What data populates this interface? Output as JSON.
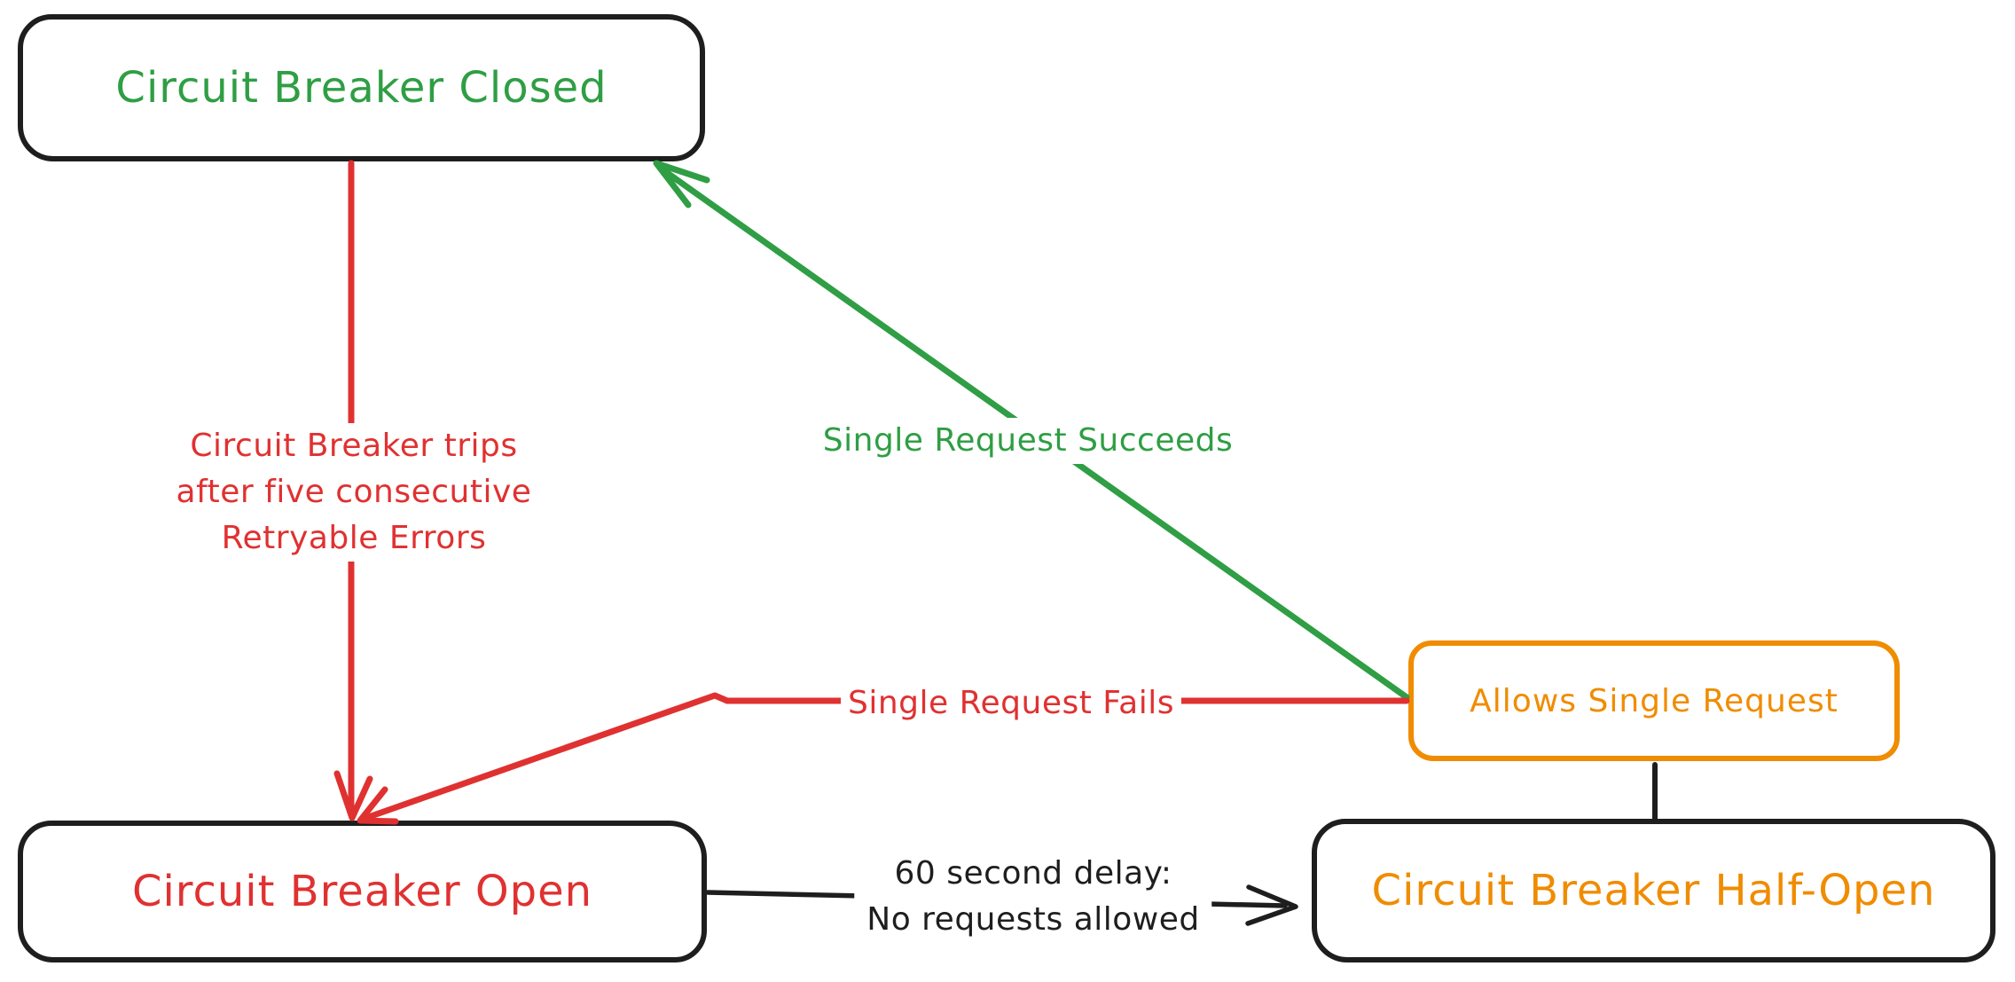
{
  "diagram": {
    "colors": {
      "ink": "#1e1e1e",
      "green": "#2f9e44",
      "red": "#e03131",
      "orange": "#f08c00",
      "bg": "#ffffff"
    },
    "nodes": {
      "closed": {
        "label": "Circuit Breaker Closed"
      },
      "open": {
        "label": "Circuit Breaker Open"
      },
      "half_open": {
        "label": "Circuit Breaker Half-Open"
      },
      "allows": {
        "label": "Allows Single Request"
      }
    },
    "edges": {
      "trip": {
        "lines": [
          "Circuit Breaker trips",
          "after five consecutive",
          "Retryable Errors"
        ]
      },
      "succeeds": {
        "label": "Single Request Succeeds"
      },
      "fails": {
        "label": "Single Request Fails"
      },
      "delay": {
        "lines": [
          "60 second delay:",
          "No requests allowed"
        ]
      }
    }
  }
}
